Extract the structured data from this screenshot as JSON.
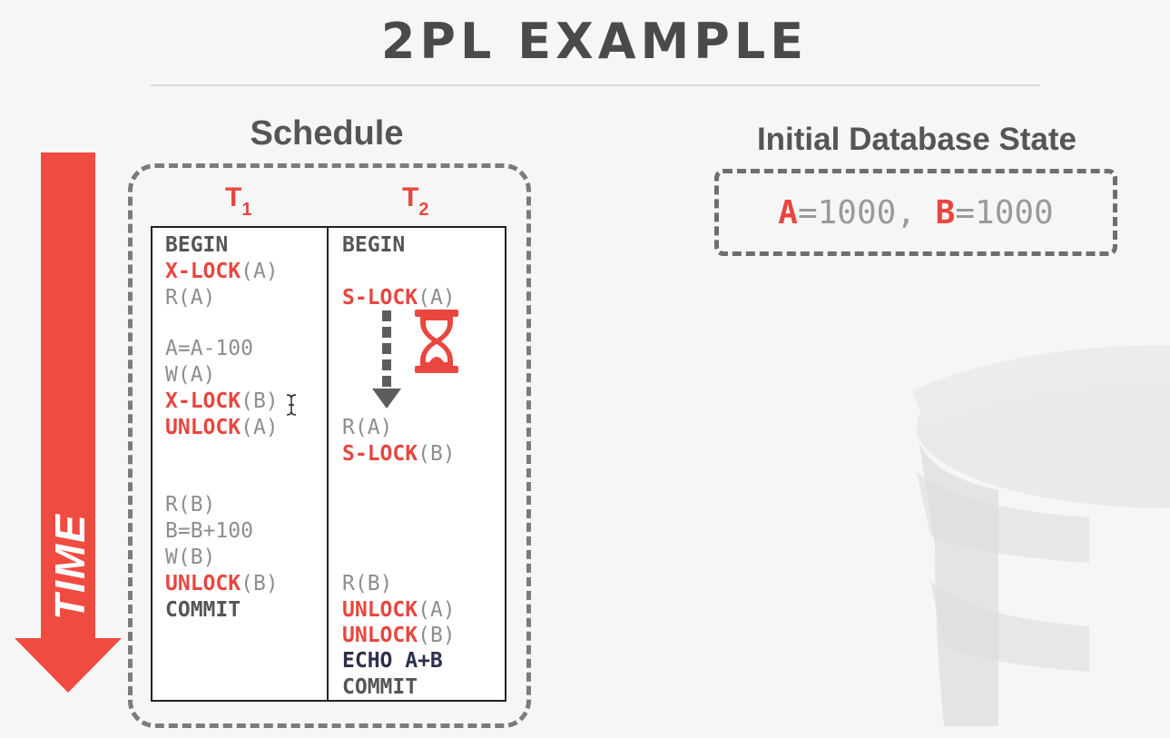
{
  "slide": {
    "title": "2PL EXAMPLE",
    "schedule_heading": "Schedule",
    "time_label": "TIME",
    "state_heading": "Initial Database State"
  },
  "transactions": {
    "t1": {
      "label": "T",
      "sub": "1"
    },
    "t2": {
      "label": "T",
      "sub": "2"
    }
  },
  "t1_ops": {
    "begin": "BEGIN",
    "xlock_a": {
      "kw": "X-LOCK",
      "arg": "(A)"
    },
    "read_a": "R(A)",
    "calc_a": "A=A-100",
    "write_a": "W(A)",
    "xlock_b": {
      "kw": "X-LOCK",
      "arg": "(B)"
    },
    "unlock_a": {
      "kw": "UNLOCK",
      "arg": "(A)"
    },
    "read_b": "R(B)",
    "calc_b": "B=B+100",
    "write_b": "W(B)",
    "unlock_b": {
      "kw": "UNLOCK",
      "arg": "(B)"
    },
    "commit": "COMMIT"
  },
  "t2_ops": {
    "begin": "BEGIN",
    "slock_a": {
      "kw": "S-LOCK",
      "arg": "(A)"
    },
    "read_a": "R(A)",
    "slock_b": {
      "kw": "S-LOCK",
      "arg": "(B)"
    },
    "read_b": "R(B)",
    "unlock_a": {
      "kw": "UNLOCK",
      "arg": "(A)"
    },
    "unlock_b": {
      "kw": "UNLOCK",
      "arg": "(B)"
    },
    "echo": "ECHO A+B",
    "commit": "COMMIT"
  },
  "db_state": {
    "a_name": "A",
    "a_value": "=1000, ",
    "b_name": "B",
    "b_value": "=1000"
  },
  "colors": {
    "accent_red": "#e8463f",
    "text_gray": "#8e8e8e",
    "echo_navy": "#2d2f4e",
    "dashed_border": "#7b7b7b"
  },
  "icons": {
    "time_arrow": "down-arrow-icon",
    "wait_arrow": "dashed-down-arrow-icon",
    "waiting": "hourglass-icon",
    "background": "database-icon"
  }
}
